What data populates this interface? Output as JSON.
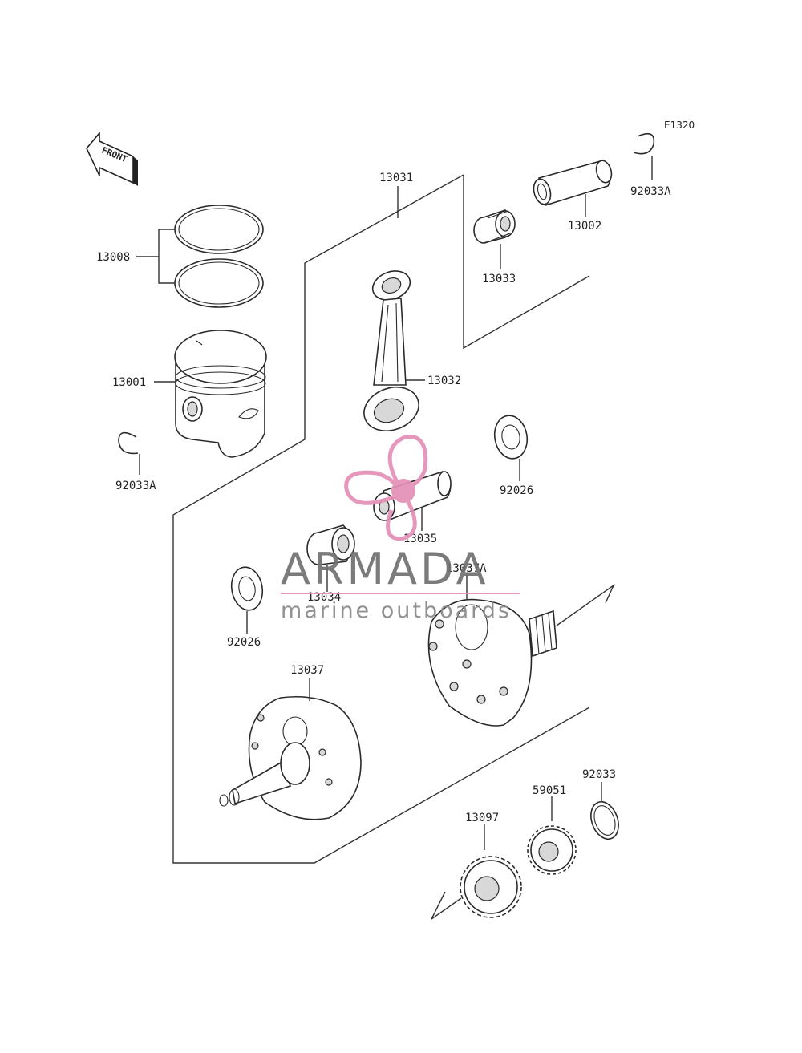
{
  "diagram_code": "E1320",
  "front_label": "FRONT",
  "parts": {
    "p13008": "13008",
    "p13001": "13001",
    "p92033A_left": "92033A",
    "p13031": "13031",
    "p13033": "13033",
    "p13002": "13002",
    "p92033A_right": "92033A",
    "p13032": "13032",
    "p92026_right": "92026",
    "p13035": "13035",
    "p13034": "13034",
    "p13037A": "13037A",
    "p92026_left": "92026",
    "p13037": "13037",
    "p92033": "92033",
    "p59051": "59051",
    "p13097": "13097"
  },
  "watermark": {
    "brand": "ARMADA",
    "tagline": "marine outboards",
    "colors": {
      "brand": "#707070",
      "logo": "#e48fb7"
    }
  }
}
